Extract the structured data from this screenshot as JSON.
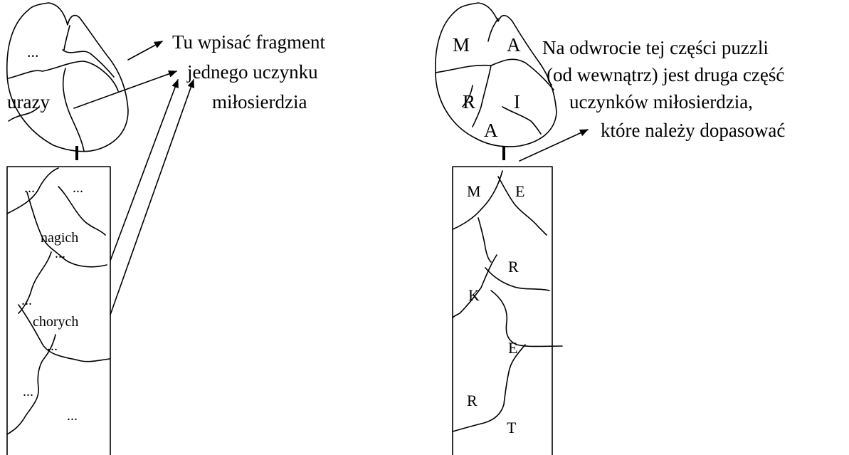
{
  "left_figure": {
    "flame_labels": [
      "...",
      "urazy"
    ],
    "candle_labels": [
      "...",
      "...",
      "nagich",
      "...",
      "...",
      "chorych",
      "...",
      "...",
      "..."
    ],
    "caption_lines": [
      "Tu wpisać fragment",
      "jednego uczynku",
      "miłosierdzia"
    ]
  },
  "right_figure": {
    "flame_letters": [
      "M",
      "A",
      "R",
      "I",
      "A"
    ],
    "candle_letters": [
      "M",
      "E",
      "R",
      "K",
      "E",
      "R",
      "T"
    ],
    "caption_lines": [
      "Na odwrocie tej części puzzli",
      "(od wewnątrz) jest druga część",
      "uczynków miłosierdzia,",
      "które należy dopasować"
    ]
  },
  "colors": {
    "ink": "#000000",
    "background": "#ffffff"
  }
}
